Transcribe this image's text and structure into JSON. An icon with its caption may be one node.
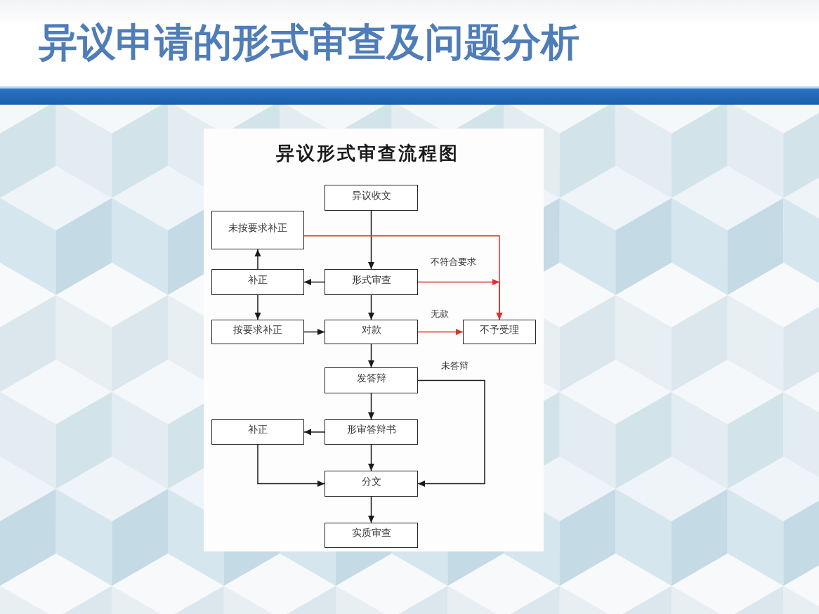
{
  "diagram": {
    "title": "异议申请的形式审查及问题分析",
    "nodes": [
      {
        "text": [
          "异议收文"
        ]
      },
      {
        "text": [
          "未按要求补正"
        ]
      },
      {
        "text": [
          "补正"
        ]
      },
      {
        "text": [
          "形式审查"
        ]
      },
      {
        "text": [
          "按要求补正"
        ]
      },
      {
        "text": [
          "对款"
        ]
      },
      {
        "text": [
          "不予受理"
        ]
      },
      {
        "text": [
          "发答辩"
        ]
      },
      {
        "text": [
          "补正"
        ]
      },
      {
        "text": [
          "形审答辩书"
        ]
      },
      {
        "text": [
          "分文"
        ]
      },
      {
        "text": [
          "实质审查"
        ]
      }
    ],
    "edges": [
      {
        "from": 0,
        "to": 3,
        "arrow": "to"
      },
      {
        "from": 3,
        "to": 2,
        "arrow": "to"
      },
      {
        "from": 2,
        "to": 1,
        "arrow": "to"
      },
      {
        "from": 1,
        "to": 6,
        "arrow": "to",
        "color": "#d9342b"
      },
      {
        "from": 3,
        "to": 6,
        "arrow": "to",
        "label": "不符合要求",
        "color": "#d9342b"
      },
      {
        "from": 2,
        "to": 4,
        "arrow": "to"
      },
      {
        "from": 3,
        "to": 5,
        "arrow": "to"
      },
      {
        "from": 4,
        "to": 5,
        "arrow": "to"
      },
      {
        "from": 5,
        "to": 6,
        "arrow": "to",
        "label": "无款",
        "color": "#d9342b"
      },
      {
        "from": 5,
        "to": 7,
        "arrow": "to"
      },
      {
        "from": 7,
        "to": 10,
        "arrow": "to",
        "label": "未答辩"
      },
      {
        "from": 7,
        "to": 9,
        "arrow": "to"
      },
      {
        "from": 9,
        "to": 8,
        "arrow": "to"
      },
      {
        "from": 8,
        "to": 10,
        "arrow": "to"
      },
      {
        "from": 9,
        "to": 10,
        "arrow": "to"
      },
      {
        "from": 10,
        "to": 11,
        "arrow": "to"
      }
    ],
    "labels": [
      "异议形式审查流程图"
    ]
  }
}
